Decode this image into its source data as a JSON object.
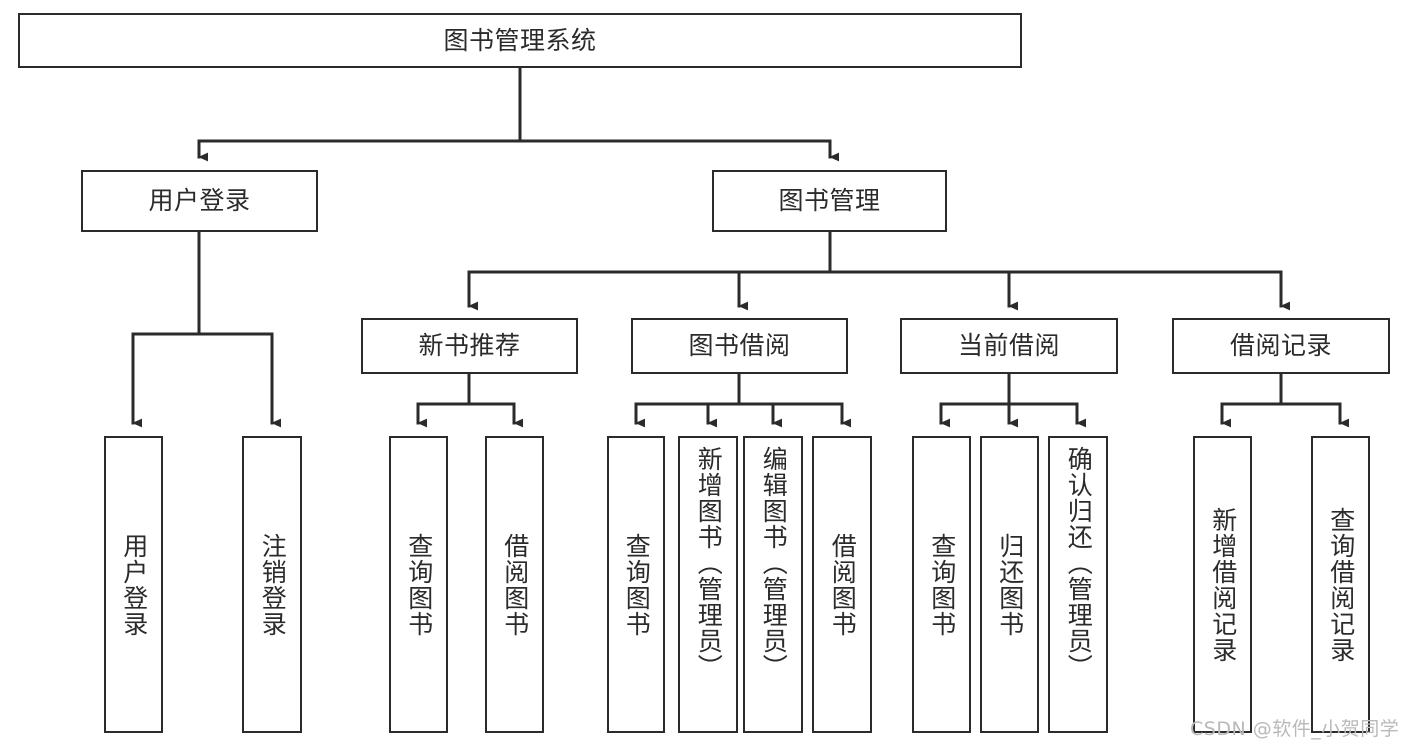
{
  "diagram": {
    "type": "tree-hierarchy",
    "title": "图书管理系统",
    "colors": {
      "box_border": "#2b2b2b",
      "box_fill": "#ffffff",
      "connector": "#2b2b2b",
      "background": "#ffffff",
      "watermark": "#b9b9b9"
    },
    "nodes": {
      "root": {
        "label": "图书管理系统",
        "level": 1,
        "orientation": "horizontal"
      },
      "l2": [
        {
          "id": "user-login",
          "label": "用户登录",
          "orientation": "horizontal"
        },
        {
          "id": "book-manage",
          "label": "图书管理",
          "orientation": "horizontal"
        }
      ],
      "l3": [
        {
          "id": "new-book-recommend",
          "label": "新书推荐",
          "orientation": "horizontal"
        },
        {
          "id": "book-borrow",
          "label": "图书借阅",
          "orientation": "horizontal"
        },
        {
          "id": "current-borrow",
          "label": "当前借阅",
          "orientation": "horizontal"
        },
        {
          "id": "borrow-record",
          "label": "借阅记录",
          "orientation": "horizontal"
        }
      ],
      "leaves": {
        "user_login": [
          {
            "id": "leaf-user-login",
            "label": "用户登录",
            "orientation": "vertical"
          },
          {
            "id": "leaf-logout-login",
            "label": "注销登录",
            "orientation": "vertical"
          }
        ],
        "new_book_recommend": [
          {
            "id": "leaf-query-book-1",
            "label": "查询图书",
            "orientation": "vertical"
          },
          {
            "id": "leaf-borrow-book-1",
            "label": "借阅图书",
            "orientation": "vertical"
          }
        ],
        "book_borrow": [
          {
            "id": "leaf-query-book-2",
            "label": "查询图书",
            "orientation": "vertical"
          },
          {
            "id": "leaf-add-book-admin",
            "label": "新增图书（管理员）",
            "orientation": "vertical"
          },
          {
            "id": "leaf-edit-book-admin",
            "label": "编辑图书（管理员）",
            "orientation": "vertical"
          },
          {
            "id": "leaf-borrow-book-2",
            "label": "借阅图书",
            "orientation": "vertical"
          }
        ],
        "current_borrow": [
          {
            "id": "leaf-query-book-3",
            "label": "查询图书",
            "orientation": "vertical"
          },
          {
            "id": "leaf-return-book",
            "label": "归还图书",
            "orientation": "vertical"
          },
          {
            "id": "leaf-confirm-return-admin",
            "label": "确认归还（管理员）",
            "orientation": "vertical"
          }
        ],
        "borrow_record": [
          {
            "id": "leaf-add-borrow-record",
            "label": "新增借阅记录",
            "orientation": "vertical"
          },
          {
            "id": "leaf-query-borrow-record",
            "label": "查询借阅记录",
            "orientation": "vertical"
          }
        ]
      }
    },
    "watermark": "CSDN @软件_小贺同学"
  }
}
